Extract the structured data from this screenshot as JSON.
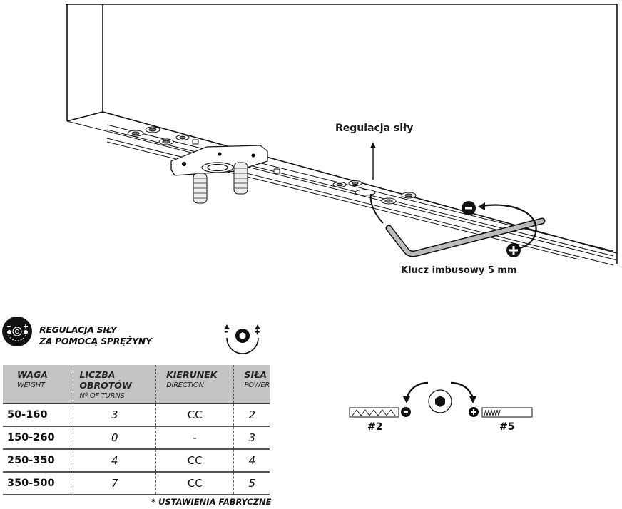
{
  "diagram": {
    "callout_force_adjustment": "Regulacja siły",
    "callout_hex_key": "Klucz imbusowy 5 mm",
    "minus_symbol": "−",
    "plus_symbol": "+"
  },
  "legend": {
    "icon": "spring-adjustment-icon",
    "title_line1": "REGULACJA SIŁY",
    "title_line2": "ZA POMOCĄ SPRĘŻYNY",
    "rotation_icon": "hex-rotation-icon"
  },
  "table": {
    "headers": [
      {
        "main": "WAGA",
        "sub": "WEIGHT"
      },
      {
        "main": "LICZBA OBROTÓW",
        "sub": "Nº OF TURNS"
      },
      {
        "main": "KIERUNEK",
        "sub": "DIRECTION"
      },
      {
        "main": "SIŁA",
        "sub": "POWER"
      }
    ],
    "rows": [
      {
        "weight": "50-160",
        "turns": "3",
        "direction": "CC",
        "power": "2"
      },
      {
        "weight": "150-260",
        "turns": "0",
        "direction": "-",
        "power": "3"
      },
      {
        "weight": "250-350",
        "turns": "4",
        "direction": "CC",
        "power": "4"
      },
      {
        "weight": "350-500",
        "turns": "7",
        "direction": "CC",
        "power": "5"
      }
    ],
    "footnote": "* USTAWIENIA FABRYCZNE"
  },
  "spring_scale": {
    "left_label": "#2",
    "right_label": "#5",
    "left_sign": "minus",
    "right_sign": "plus"
  },
  "colors": {
    "header_bg": "#c4c4c4",
    "ink": "#111111"
  }
}
